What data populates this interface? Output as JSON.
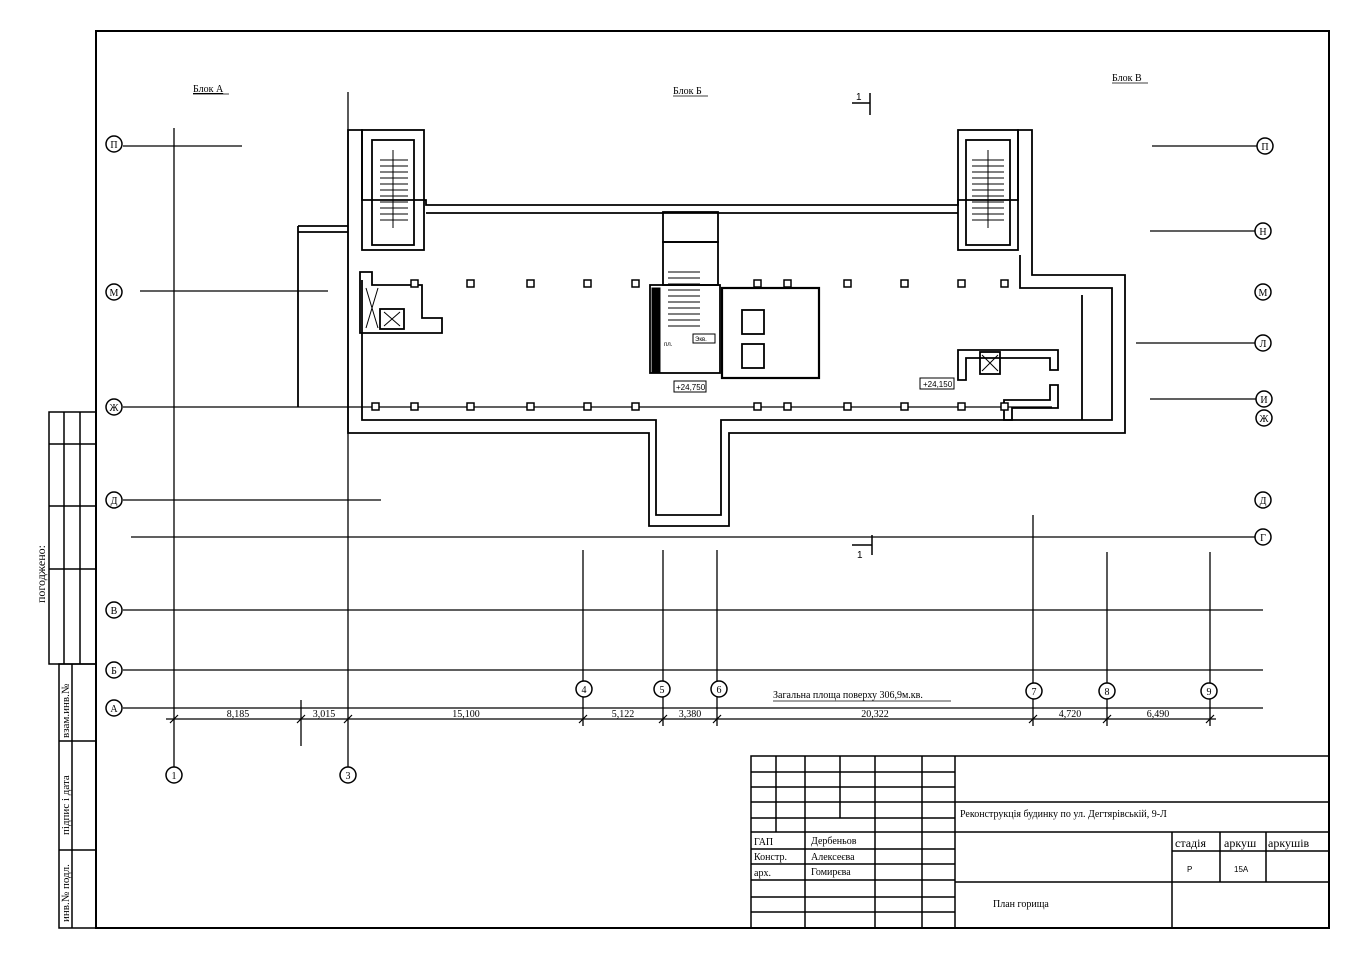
{
  "blocks": {
    "a": "Блок А",
    "b": "Блок Б",
    "c": "Блок В"
  },
  "section_mark": "1",
  "axes_rows": {
    "p": "П",
    "n": "Н",
    "m": "М",
    "l": "Л",
    "i": "И",
    "zh": "Ж",
    "d": "Д",
    "g": "Г",
    "v": "В",
    "b": "Б",
    "a": "А"
  },
  "axes_cols": [
    "1",
    "3",
    "4",
    "5",
    "6",
    "7",
    "8",
    "9"
  ],
  "dimensions": [
    "8,185",
    "3,015",
    "15,100",
    "5,122",
    "3,380",
    "20,322",
    "4,720",
    "6,490"
  ],
  "levels": [
    "+24,750",
    "+24,150"
  ],
  "room_tags": [
    "пл.",
    "Экв."
  ],
  "area_note": "Загальна площа поверху 306,9м.кв.",
  "side_stamp": {
    "agreed": "погоджено:",
    "replaced": "взам.инв.№",
    "sign_date": "підпис і дата",
    "inv": "инв.№ подл."
  },
  "title_block": {
    "project": "Реконструкція будинку по ул. Дегтярівській, 9-Л",
    "sheet_title": "План горища",
    "stage_label": "стадія",
    "sheet_label": "аркуш",
    "sheets_label": "аркушів",
    "stage": "Р",
    "sheet": "15А",
    "sheets": "",
    "roles": [
      "ГАП",
      "Констр.",
      "арх."
    ],
    "names": [
      "Дербеньов",
      "Алексеєва",
      "Гомирєва"
    ]
  }
}
